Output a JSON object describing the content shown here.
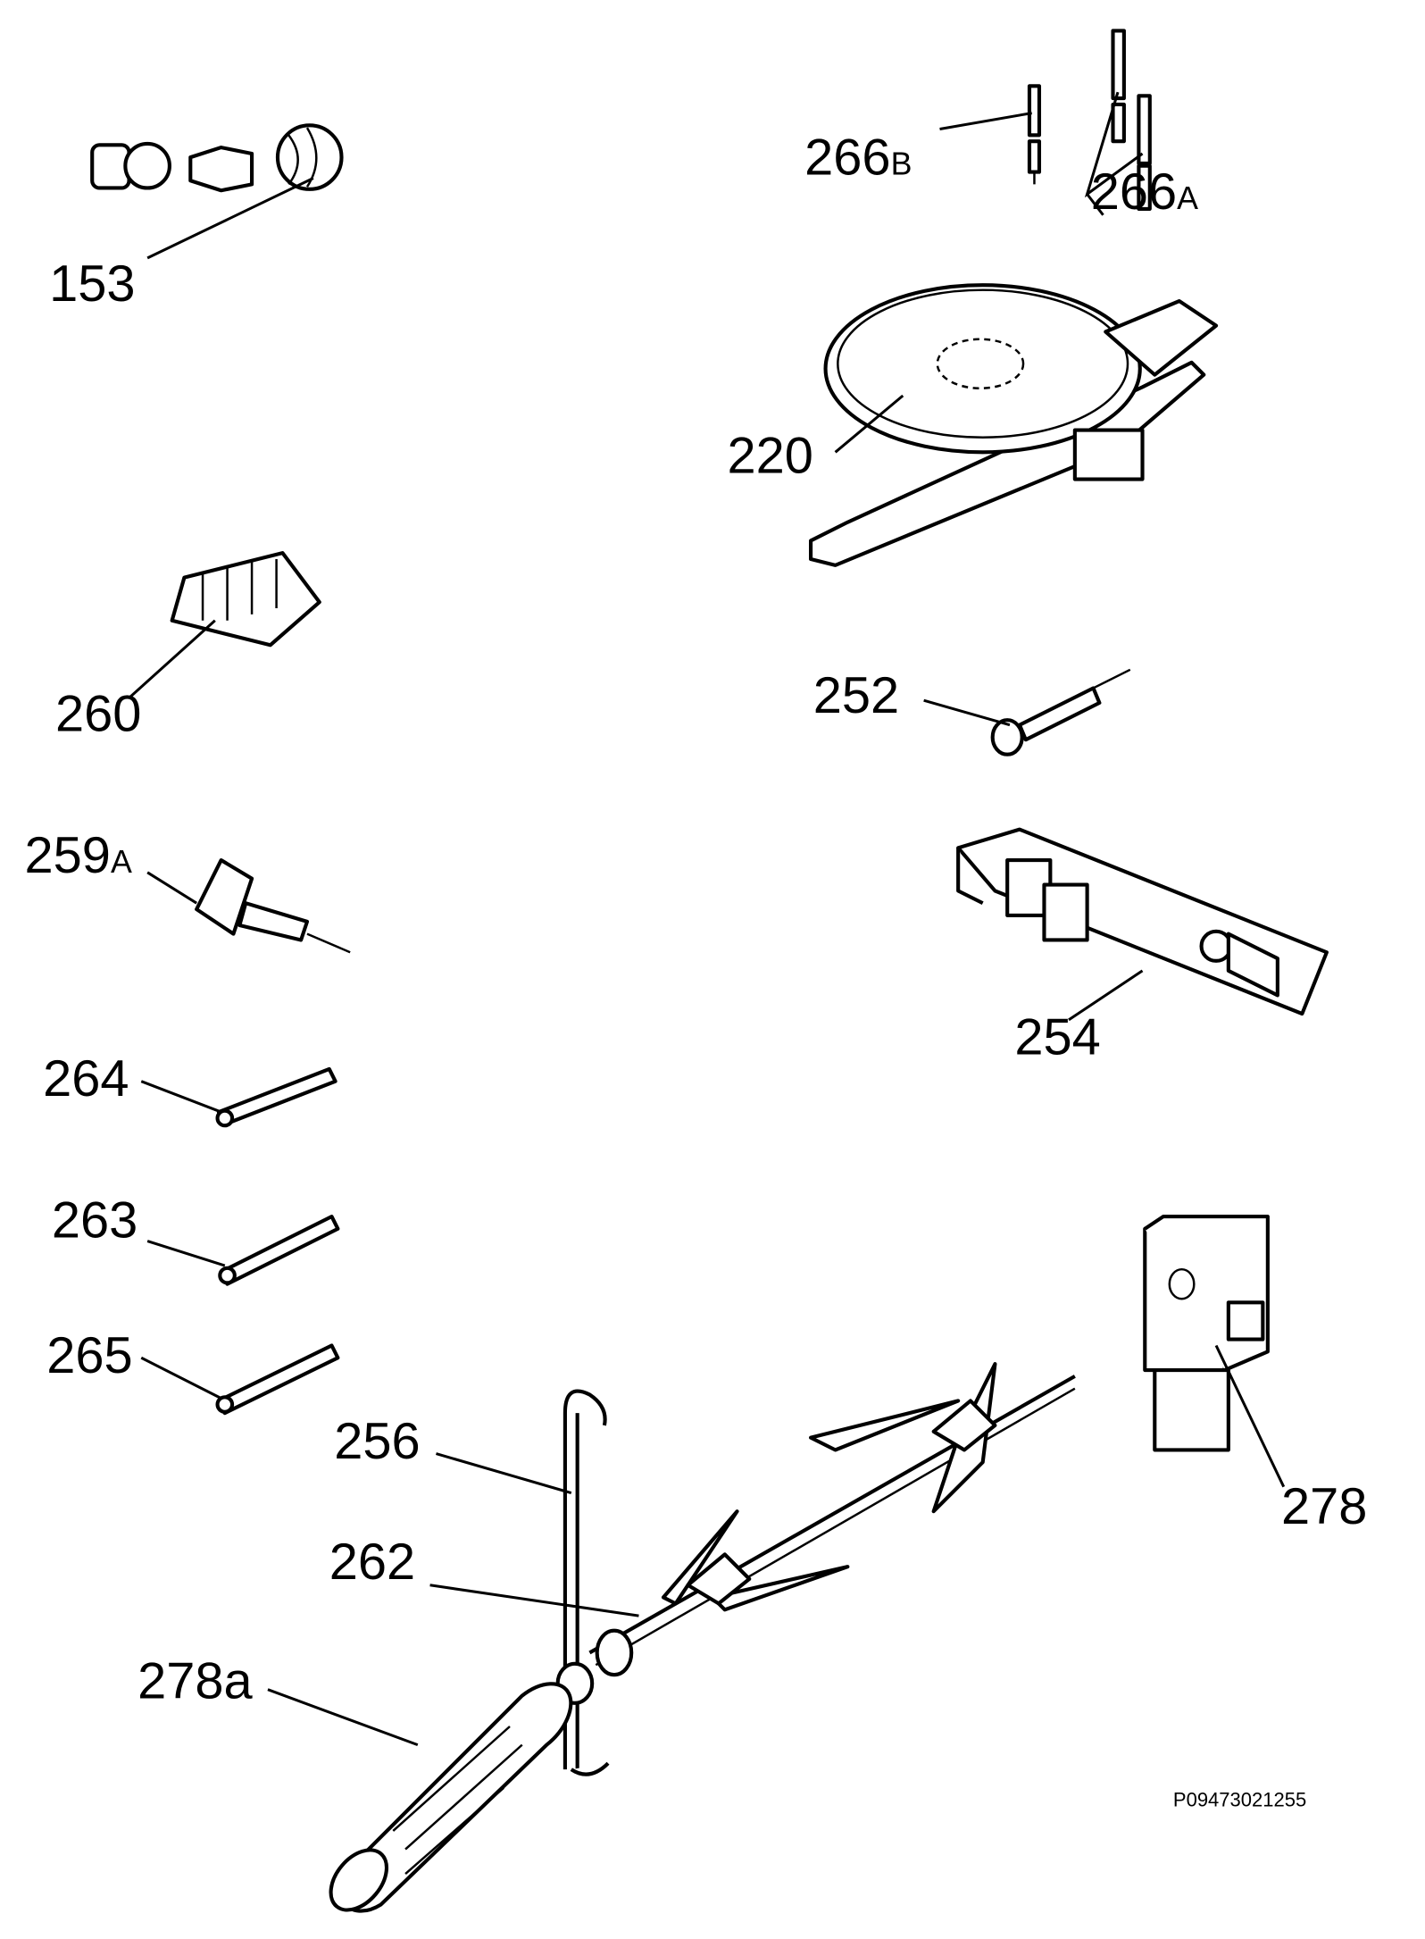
{
  "diagram": {
    "callouts": [
      {
        "id": "153",
        "main": "153",
        "suffix": ""
      },
      {
        "id": "266B",
        "main": "266",
        "suffix": "B"
      },
      {
        "id": "266A",
        "main": "266",
        "suffix": "A"
      },
      {
        "id": "220",
        "main": "220",
        "suffix": ""
      },
      {
        "id": "260",
        "main": "260",
        "suffix": ""
      },
      {
        "id": "252",
        "main": "252",
        "suffix": ""
      },
      {
        "id": "259A",
        "main": "259",
        "suffix": "A"
      },
      {
        "id": "254",
        "main": "254",
        "suffix": ""
      },
      {
        "id": "264",
        "main": "264",
        "suffix": ""
      },
      {
        "id": "263",
        "main": "263",
        "suffix": ""
      },
      {
        "id": "265",
        "main": "265",
        "suffix": ""
      },
      {
        "id": "278",
        "main": "278",
        "suffix": ""
      },
      {
        "id": "256",
        "main": "256",
        "suffix": ""
      },
      {
        "id": "262",
        "main": "262",
        "suffix": ""
      },
      {
        "id": "278a",
        "main": "278a",
        "suffix": ""
      }
    ],
    "drawing_code": "P09473021255"
  }
}
